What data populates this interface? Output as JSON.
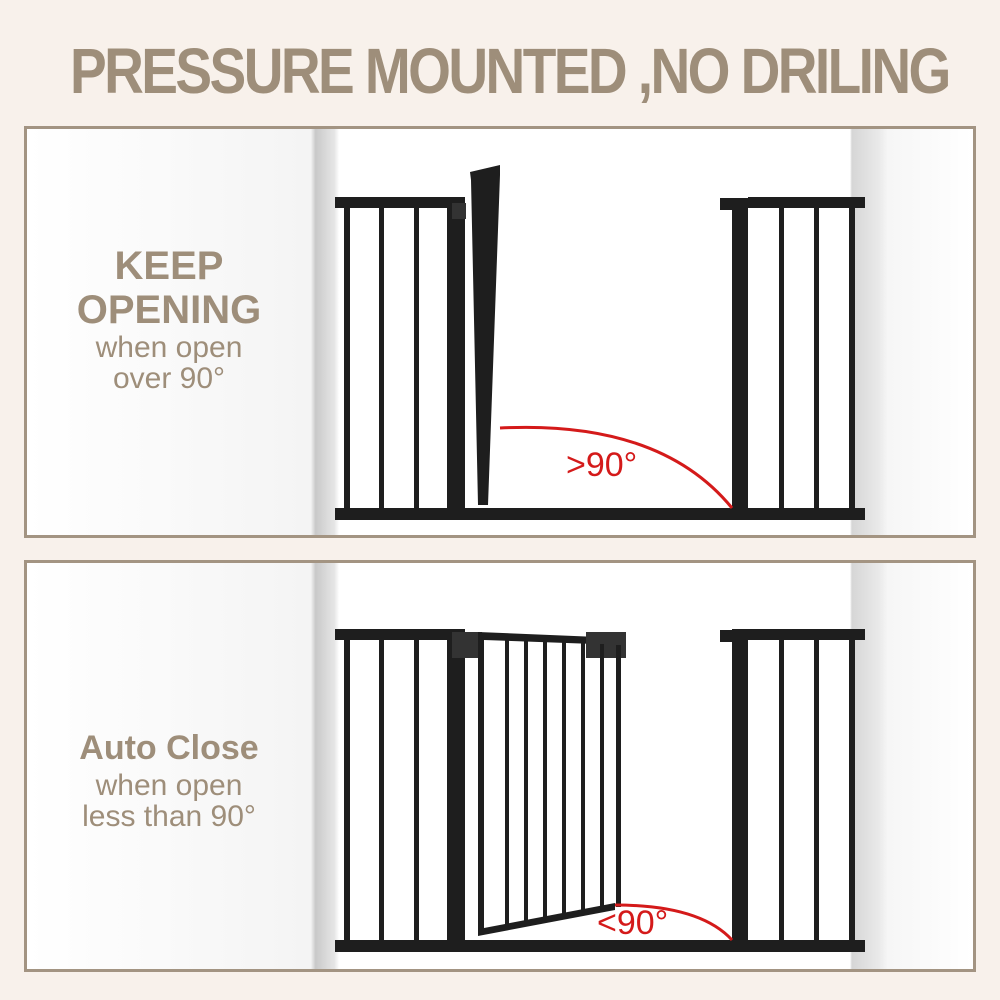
{
  "title": "PRESSURE MOUNTED ,NO DRILING",
  "panel_top": {
    "heading_line1": "KEEP",
    "heading_line2": "OPENING",
    "sub_line1": "when open",
    "sub_line2": "over 90°",
    "angle_label": ">90°"
  },
  "panel_bottom": {
    "heading": "Auto Close",
    "sub_line1": "when open",
    "sub_line2": "less than 90°",
    "angle_label": "<90°"
  },
  "colors": {
    "background": "#f8f1eb",
    "text": "#9e8e7a",
    "border": "#a39482",
    "angle": "#d41a1a",
    "gate": "#1e1e1e"
  }
}
